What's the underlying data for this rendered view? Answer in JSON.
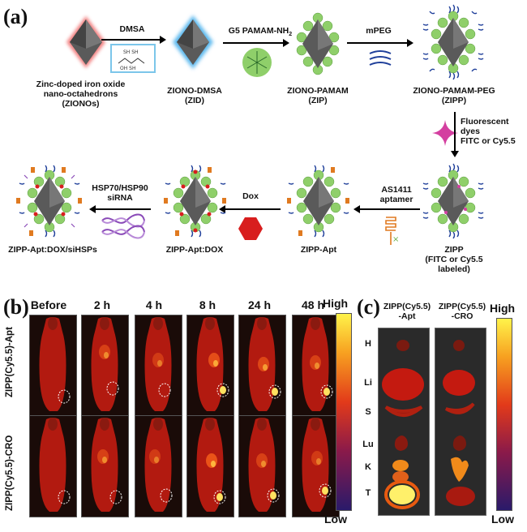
{
  "panel_a": {
    "letter": "(a)",
    "steps": [
      {
        "label_line1": "Zinc-doped iron oxide",
        "label_line2": "nano-octahedrons",
        "label_line3": "(ZIONOs)"
      },
      {
        "label_line1": "ZIONO-DMSA",
        "label_line2": "(ZID)"
      },
      {
        "label_line1": "ZIONO-PAMAM",
        "label_line2": "(ZIP)"
      },
      {
        "label_line1": "ZIONO-PAMAM-PEG",
        "label_line2": "(ZIPP)"
      },
      {
        "label_line1": "ZIPP",
        "label_line2": "(FITC or Cy5.5",
        "label_line3": "labeled)"
      },
      {
        "label_line1": "ZIPP-Apt"
      },
      {
        "label_line1": "ZIPP-Apt:DOX"
      },
      {
        "label_line1": "ZIPP-Apt:DOX/siHSPs"
      }
    ],
    "arrows": {
      "dmsa": "DMSA",
      "pamam": "G5 PAMAM-NH",
      "pamam_sub": "2",
      "mpeg": "mPEG",
      "fluor_line1": "Fluorescent",
      "fluor_line2": "dyes",
      "fluor_line3": "FITC or Cy5.5",
      "apt_line1": "AS1411",
      "apt_line2": "aptamer",
      "dox": "Dox",
      "hsp_line1": "HSP70/HSP90",
      "hsp_line2": "siRNA"
    }
  },
  "panel_b": {
    "letter": "(b)",
    "times": [
      "Before",
      "2 h",
      "4 h",
      "8 h",
      "24 h",
      "48 h"
    ],
    "rows": [
      "ZIPP(Cy5.5)-Apt",
      "ZIPP(Cy5.5)-CRO"
    ],
    "scale_high": "High",
    "scale_low": "Low"
  },
  "panel_c": {
    "letter": "(c)",
    "columns": [
      {
        "line1": "ZIPP(Cy5.5)",
        "line2": "-Apt"
      },
      {
        "line1": "ZIPP(Cy5.5)",
        "line2": "-CRO"
      }
    ],
    "organs": [
      "H",
      "Li",
      "S",
      "Lu",
      "K",
      "T"
    ],
    "scale_high": "High",
    "scale_low": "Low"
  },
  "colors": {
    "core": "#5a5a5a",
    "pamam": "#8fcf6a",
    "peg": "#1f3f9a",
    "dye": "#d43fa0",
    "dox": "#d81e1e",
    "scale_top": "#fff34a",
    "scale_bottom": "#2a1a6a"
  }
}
